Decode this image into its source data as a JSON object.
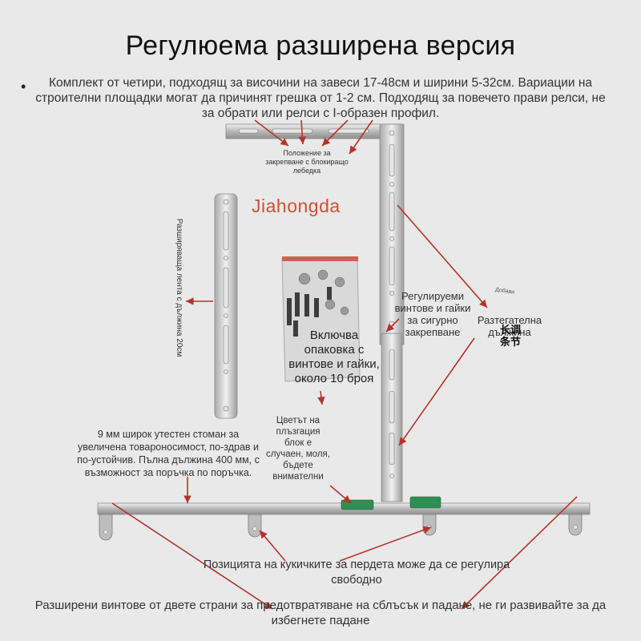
{
  "title": "Регулюема разширена версия",
  "intro": "Комплект от четири, подходящ за височини на завеси 17-48см и ширини 5-32см. Вариации на строителни площадки могат да причинят грешка от 1-2 см. Подходящ за повечето прави релси, не за обрати или релси с I-образен профил.",
  "brand": "Jiahongda",
  "labels": {
    "lock_position": "Положение за закрепване с блокиращо лебедка",
    "extension_strip": "Разширяваща лента с дължина 20см",
    "adjustable_screws": "Регулируеми винтове и гайки за сигурно закрепване",
    "extension_length": "Разтегателна дължина",
    "add_note": "Добави",
    "chinese_tag": "长调条节",
    "package": "Включва опаковка с винтове и гайки, около 10 броя",
    "steel": "9 мм широк утестен стоман за увеличена товароносимост, по-здрав и по-устойчив. Пълна дължина 400 мм, с възможност за поръчка по поръчка.",
    "slider_color": "Цветът на плъзгация блок е случаен, моля, бъдете внимателни",
    "hooks": "Позицията на кукичките за пердета може да се регулира свободно",
    "bottom": "Разширени винтове от двете страни за предотвратяване на сблъсък и падане, не ги развивайте за да избегнете падане"
  },
  "colors": {
    "arrow": "#b5332a",
    "brand": "#d2502c",
    "metal": "#c9c9c9"
  }
}
